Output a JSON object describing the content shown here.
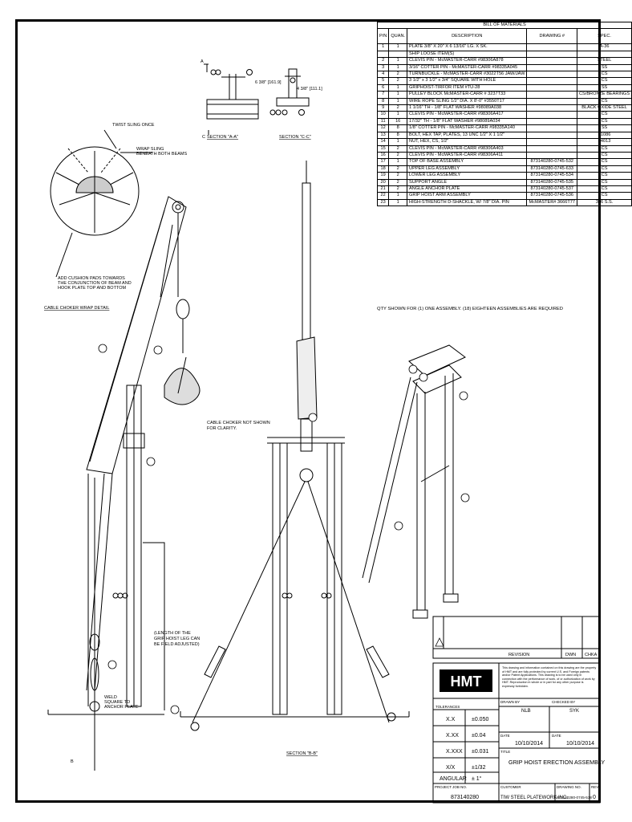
{
  "bom": {
    "title": "BILL OF MATERIALS",
    "headers": [
      "P/N",
      "QUAN.",
      "DESCRIPTION",
      "DRAWING #",
      "SPEC."
    ],
    "rows": [
      [
        "1",
        "1",
        "PLATE 3/8\" X 20\" X 6 13/16\" LG. X SK.",
        "",
        "A-36"
      ],
      [
        "",
        "",
        "SHIP LOOSE ITEM(S)",
        "",
        ""
      ],
      [
        "2",
        "1",
        "CLEVIS PIN - McMASTER-CARR #98306A878",
        "",
        "STEEL"
      ],
      [
        "3",
        "1",
        "3/16\" COTTER PIN - McMASTER-CARR #98335A045",
        "",
        "SS"
      ],
      [
        "4",
        "2",
        "TURNBUCKLE - McMASTER-CARR #3022T56 JAW/JAW",
        "",
        "CS"
      ],
      [
        "5",
        "2",
        "3 1/2\" x 3 1/2\" x 3/4\" SQUARE WITH HOLE",
        "",
        "CS"
      ],
      [
        "6",
        "1",
        "GRIPHOIST-TIRFOR ITEM #TU-28",
        "",
        "SS"
      ],
      [
        "7",
        "1",
        "PULLEY BLOCK McMASTER-CARR # 3237T33",
        "",
        "CS/BRONZE BEARINGS"
      ],
      [
        "8",
        "1",
        "WIRE ROPE SLING 1/2\" DIA. X 8'-0\" #3550T17",
        "",
        "CS"
      ],
      [
        "9",
        "2",
        "1 1/16\" TH - 1/8\" FLAT WASHER #98089A038",
        "",
        "BLACK OXIDE STEEL"
      ],
      [
        "10",
        "1",
        "CLEVIS PIN - McMASTER-CARR #98306A417",
        "",
        "CS"
      ],
      [
        "11",
        "16",
        "17/32\" TH - 1/8\" FLAT WASHER #98089A034",
        "",
        "CS"
      ],
      [
        "12",
        "8",
        "1/8\" COTTER PIN - McMASTER-CARR #98335A140",
        "",
        "SS"
      ],
      [
        "13",
        "8",
        "BOLT, HEX TAP, PLATES, 13 UNC 1/2\" X 1 1/2\"",
        "",
        "31086"
      ],
      [
        "14",
        "1",
        "NUT, HEX, CS, 1/2\"",
        "",
        "44013"
      ],
      [
        "15",
        "2",
        "CLEVIS PIN - McMASTER-CARR #98306A403",
        "",
        "CS"
      ],
      [
        "16",
        "2",
        "CLEVIS PIN - McMASTER-CARR #98306A411",
        "",
        "CS"
      ],
      [
        "17",
        "1",
        "TOP OF BASE ASSEMBLY",
        "873140280-0745-532",
        "CS"
      ],
      [
        "18",
        "2",
        "UPPER LEG ASSEMBLY",
        "873140280-0745-633",
        "CS"
      ],
      [
        "19",
        "2",
        "LOWER LEG ASSEMBLY",
        "873140280-0745-534",
        "CS"
      ],
      [
        "20",
        "2",
        "SUPPORT ANGLE",
        "873140280-0745-535",
        "CS"
      ],
      [
        "21",
        "2",
        "ANGLE ANCHOR PLATE",
        "873140280-0745-537",
        "CS"
      ],
      [
        "22",
        "1",
        "GRIP HOIST ARM ASSEMBLY",
        "873140280-0745-536",
        "CS"
      ],
      [
        "23",
        "1",
        "HIGH-STRENGTH D-SHACKLE, W/ 7/8\" DIA. PIN",
        "McMASTER# 3666T77",
        "316 S.S."
      ]
    ]
  },
  "qty_note": "QTY SHOWN FOR (1) ONE ASSEMBLY. (18) EIGHTEEN ASSEMBLIES ARE REQUIRED",
  "labels": {
    "section_aa": "SECTION \"A-A\"",
    "section_cc": "SECTION \"C-C\"",
    "section_bb": "SECTION \"B-B\"",
    "dim_a": "6 3/8\" [161.9]",
    "dim_b": "4 3/8\" [111.1]",
    "twist": "TWIST SLING ONCE",
    "wrap1": "WRAP SLING",
    "wrap2": "BENEATH BOTH BEAMS",
    "cushion1": "ADD CUSHION PADS TOWARDS",
    "cushion2": "THE CONJUNCTION OF BEAM AND",
    "cushion3": "HOOK PLATE TOP AND BOTTOM",
    "detail": "CABLE CHOKER WRAP DETAIL",
    "choker1": "CABLE CHOKER NOT SHOWN",
    "choker2": "FOR CLARITY.",
    "len1": "(LENGTH OF THE",
    "len2": "GRIP HOIST LEG CAN",
    "len3": "BE FIELD ADJUSTED)",
    "weld1": "WELD",
    "weld2": "SQUARE TO",
    "weld3": "ANCHOR PLATE",
    "sec_letter_a": "A",
    "sec_letter_b": "B",
    "sec_letter_c": "C"
  },
  "title_block": {
    "revision": "REVISION",
    "dwn": "DWN",
    "chka": "CHKA",
    "logo": "HMT",
    "notice": "This drawing and information contained on this drawing are the property of HMT and are fully protected by current U.S. and Foreign patents and/or Patent Applications. This drawing is to be used only in connection with the performance of work, of or authorization of work by HMT. Reproduction in whole or in part for any other purpose is expressly forbidden.",
    "tolerances": "TOLERANCES",
    "tol": [
      [
        "X.X",
        "±0.050"
      ],
      [
        "X.XX",
        "±0.04"
      ],
      [
        "X.XXX",
        "±0.031"
      ],
      [
        "X/X",
        "±1/32"
      ],
      [
        "ANGULAR",
        "± 1°"
      ]
    ],
    "drawn_by_label": "DRAWN BY",
    "drawn_by": "NLB",
    "checked_by_label": "CHECKED BY",
    "checked_by": "SYK",
    "date_label": "DATE",
    "date1": "10/10/2014",
    "date2": "10/10/2014",
    "title_label": "TITLE",
    "title": "GRIP HOIST ERECTION ASSEMBLY",
    "project_label": "PROJECT JOB NO.",
    "project": "873140280",
    "customer_label": "CUSTOMER",
    "customer": "TIW STEEL PLATEWORK INC.",
    "drawing_label": "DRAWING NO.",
    "drawing": "873140280-0745-538",
    "rev_label": "REV.",
    "rev": "0"
  }
}
